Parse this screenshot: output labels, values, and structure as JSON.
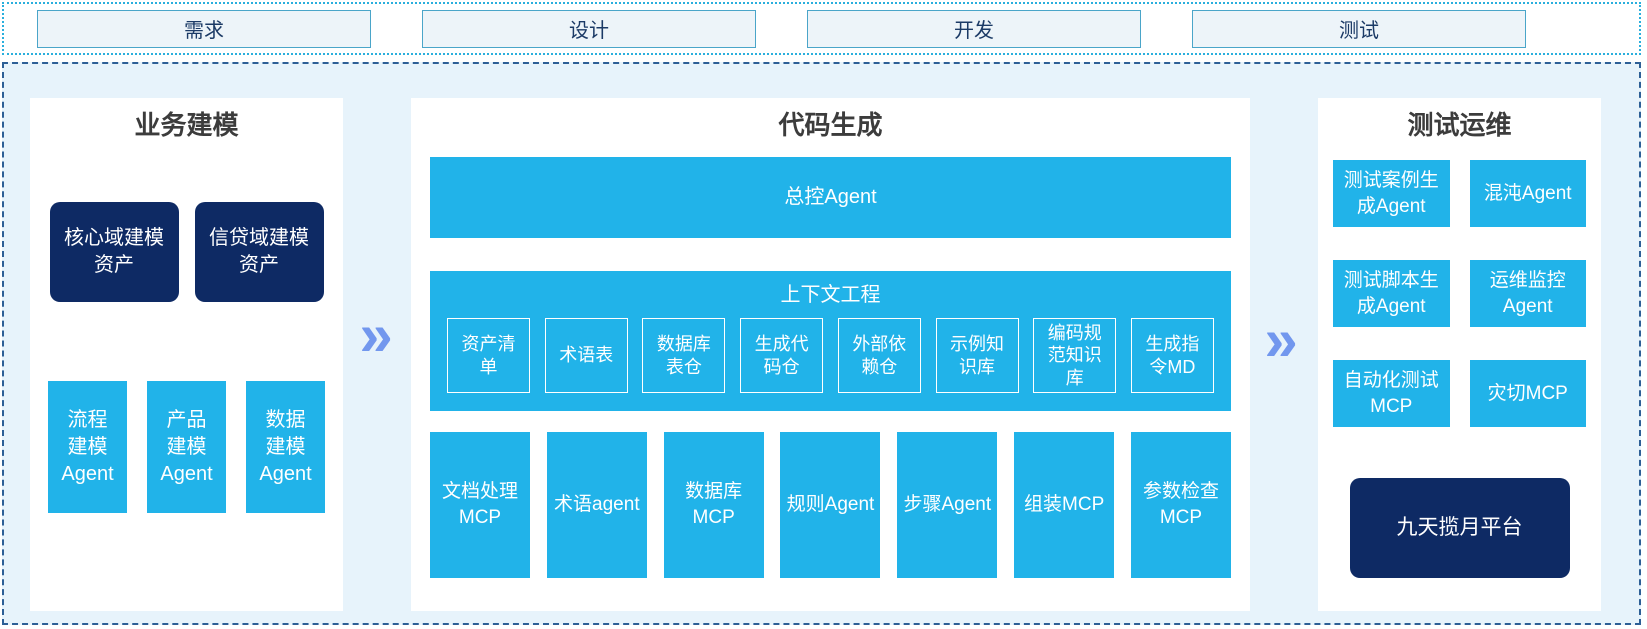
{
  "phases": {
    "items": [
      "需求",
      "设计",
      "开发",
      "测试"
    ]
  },
  "flow_arrow": "»",
  "colors": {
    "cyan": "#21b3e9",
    "navy": "#0e2a64",
    "arrow_blue": "#7297ee",
    "canvas_bg": "#e7f3fb",
    "panel_bg": "#ffffff",
    "dashed_border": "#2d5f96",
    "dotted_border": "#2aafdd",
    "phase_box_bg": "#edf4f9",
    "phase_box_border": "#4aa5c9"
  },
  "business_modeling": {
    "title": "业务建模",
    "assets": [
      "核心域建模\n资产",
      "信贷域建模\n资产"
    ],
    "agents": [
      "流程\n建模\nAgent",
      "产品\n建模\nAgent",
      "数据\n建模\nAgent"
    ]
  },
  "code_generation": {
    "title": "代码生成",
    "master_agent": "总控Agent",
    "context_engineering": {
      "title": "上下文工程",
      "items": [
        "资产清\n单",
        "术语表",
        "数据库\n表仓",
        "生成代\n码仓",
        "外部依\n赖仓",
        "示例知\n识库",
        "编码规\n范知识\n库",
        "生成指\n令MD"
      ]
    },
    "tools": [
      "文档处理\nMCP",
      "术语agent",
      "数据库\nMCP",
      "规则Agent",
      "步骤Agent",
      "组装MCP",
      "参数检查\nMCP"
    ]
  },
  "test_ops": {
    "title": "测试运维",
    "cells": [
      "测试案例生\n成Agent",
      "混沌Agent",
      "测试脚本生\n成Agent",
      "运维监控\nAgent",
      "自动化测试\nMCP",
      "灾切MCP"
    ],
    "platform": "九天揽月平台"
  }
}
